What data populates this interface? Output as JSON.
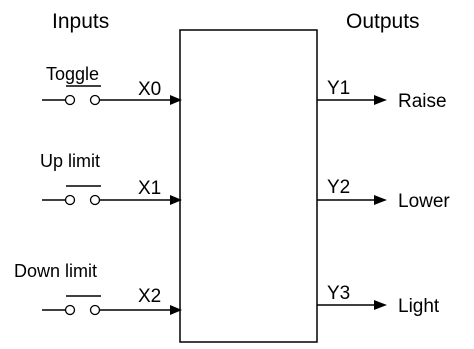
{
  "headers": {
    "inputs": "Inputs",
    "outputs": "Outputs"
  },
  "inputs": [
    {
      "switch_label": "Toggle",
      "terminal": "X0"
    },
    {
      "switch_label": "Up limit",
      "terminal": "X1"
    },
    {
      "switch_label": "Down limit",
      "terminal": "X2"
    }
  ],
  "outputs": [
    {
      "terminal": "Y1",
      "device": "Raise"
    },
    {
      "terminal": "Y2",
      "device": "Lower"
    },
    {
      "terminal": "Y3",
      "device": "Light"
    }
  ],
  "colors": {
    "line": "#000000",
    "background": "#ffffff"
  }
}
